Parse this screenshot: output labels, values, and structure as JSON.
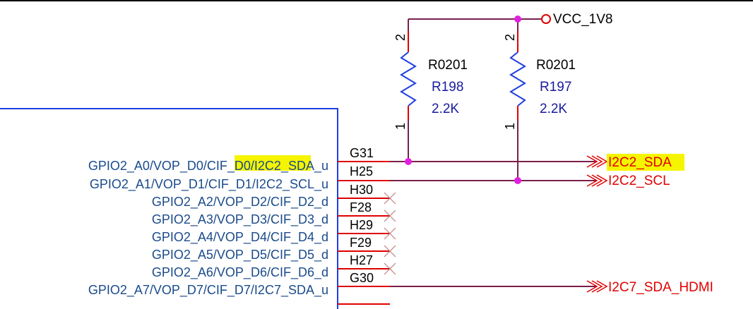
{
  "colors": {
    "wire": "#7a1f4b",
    "pin_stub": "#e00000",
    "junction": "#e020e0",
    "chip_outline": "#1f3ee0",
    "pin_text": "#1a4b8c",
    "net_label": "#e00000",
    "resistor": "#1f3ee0",
    "highlight": "#f5f500",
    "no_connect": "#c08080"
  },
  "power": {
    "name": "VCC_1V8"
  },
  "resistors": [
    {
      "package": "R0201",
      "ref": "R198",
      "value": "2.2K",
      "pin_top": "2",
      "pin_bottom": "1"
    },
    {
      "package": "R0201",
      "ref": "R197",
      "value": "2.2K",
      "pin_top": "2",
      "pin_bottom": "1"
    }
  ],
  "pins": [
    {
      "name": "GPIO2_A0/VOP_D0/CIF_D0/",
      "name_hl": "I2C2_SDA",
      "name_suffix": "_u",
      "number": "G31",
      "net": "I2C2_SDA",
      "net_highlight": true
    },
    {
      "name": "GPIO2_A1/VOP_D1/CIF_D1/I2C2_SCL_u",
      "number": "H25",
      "net": "I2C2_SCL"
    },
    {
      "name": "GPIO2_A2/VOP_D2/CIF_D2_d",
      "number": "H30",
      "no_connect": true
    },
    {
      "name": "GPIO2_A3/VOP_D3/CIF_D3_d",
      "number": "F28",
      "no_connect": true
    },
    {
      "name": "GPIO2_A4/VOP_D4/CIF_D4_d",
      "number": "H29",
      "no_connect": true
    },
    {
      "name": "GPIO2_A5/VOP_D5/CIF_D5_d",
      "number": "F29",
      "no_connect": true
    },
    {
      "name": "GPIO2_A6/VOP_D6/CIF_D6_d",
      "number": "H27",
      "no_connect": true
    },
    {
      "name": "GPIO2_A7/VOP_D7/CIF_D7/I2C7_SDA_u",
      "number": "G30",
      "net": "I2C7_SDA_HDMI"
    }
  ]
}
